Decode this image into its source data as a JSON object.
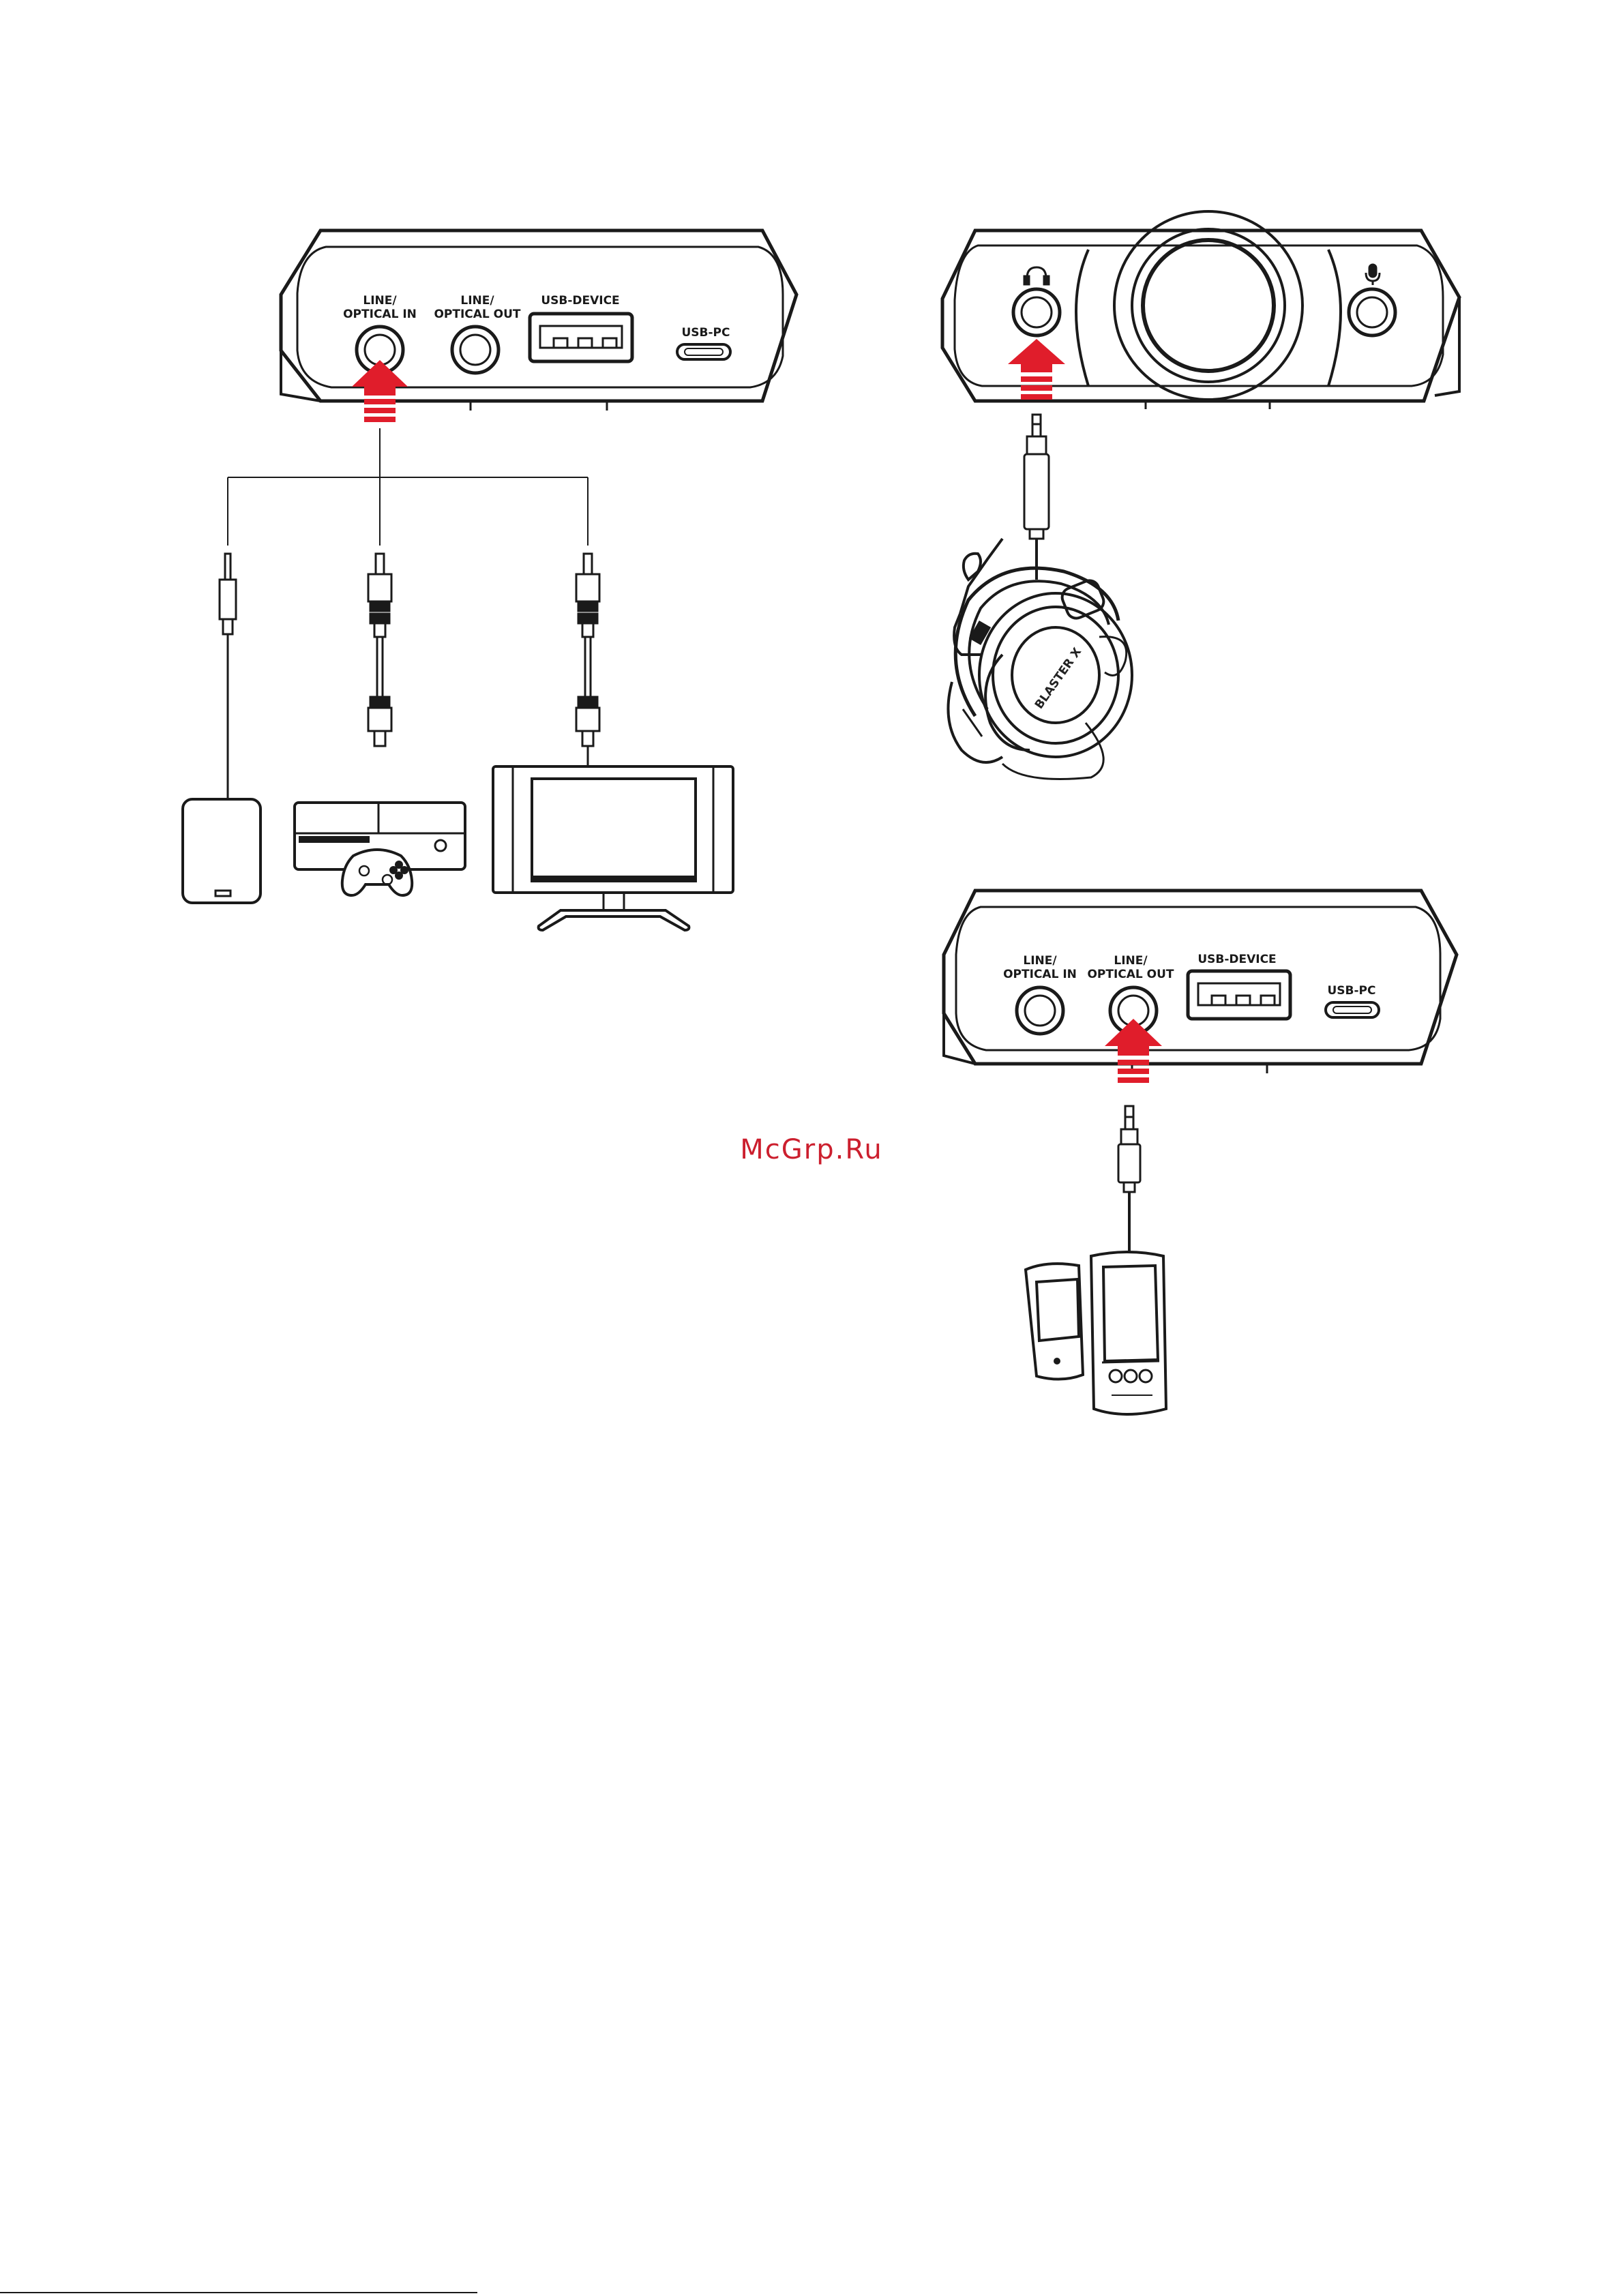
{
  "panel_rear_in": {
    "port_line_in": "LINE/\nOPTICAL IN",
    "port_line_out": "LINE/\nOPTICAL OUT",
    "port_usb_device": "USB-DEVICE",
    "port_usb_pc": "USB-PC"
  },
  "panel_front": {
    "headphone_icon": "headphone-icon",
    "mic_icon": "microphone-icon"
  },
  "panel_rear_out": {
    "port_line_in": "LINE/\nOPTICAL IN",
    "port_line_out": "LINE/\nOPTICAL OUT",
    "port_usb_device": "USB-DEVICE",
    "port_usb_pc": "USB-PC"
  },
  "headset_brand": "BLASTER X",
  "watermark": "McGrp.Ru",
  "colors": {
    "arrow": "#e01d2b",
    "line": "#1a1a1a",
    "watermark": "#cc1f2e"
  }
}
